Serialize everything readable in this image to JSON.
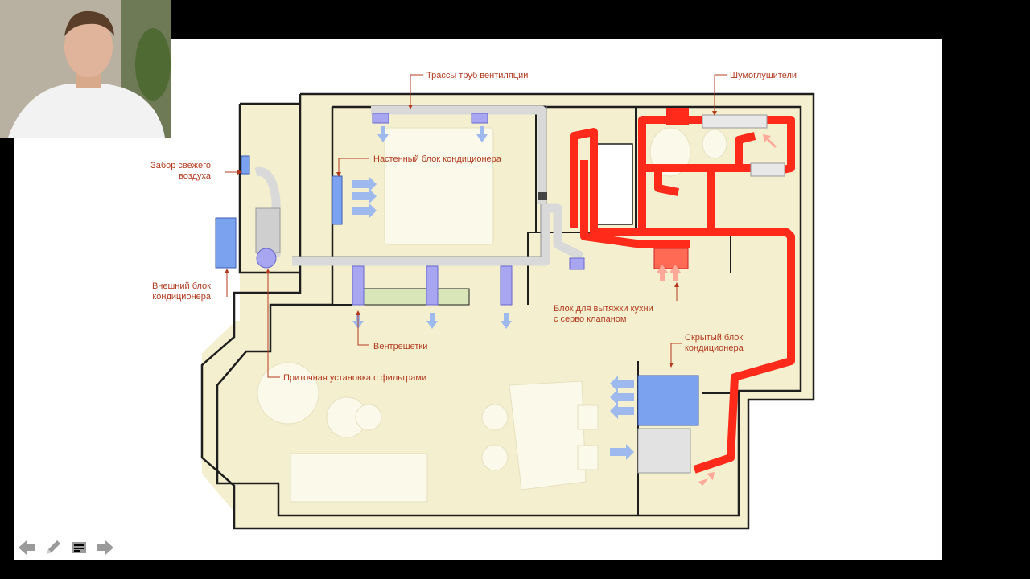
{
  "diagram": {
    "labels": {
      "ventilation_routes": "Трассы труб вентиляции",
      "silencers": "Шумоглушители",
      "fresh_air_intake_line1": "Забор свежего",
      "fresh_air_intake_line2": "воздуха",
      "wall_ac_unit": "Настенный блок кондиционера",
      "outdoor_unit_line1": "Внешний блок",
      "outdoor_unit_line2": "кондиционера",
      "kitchen_exhaust_line1": "Блок для вытяжки кухни",
      "kitchen_exhaust_line2": "с серво клапаном",
      "hidden_unit_line1": "Скрытый блок",
      "hidden_unit_line2": "кондиционера",
      "vent_grilles": "Вентрешетки",
      "supply_unit": "Приточная установка с фильтрами"
    },
    "colors": {
      "floor": "#f3efcf",
      "wall": "#1e1e1e",
      "exhaust_duct": "#ff2a1a",
      "supply_duct": "#d9d9d9",
      "ac_unit": "#7aa2ee",
      "label": "#b33a1f",
      "airflow_arrow": "#9db9ee"
    }
  },
  "toolbar": {
    "icons": [
      "arrow-left-icon",
      "pencil-icon",
      "notes-icon",
      "arrow-right-icon"
    ]
  }
}
